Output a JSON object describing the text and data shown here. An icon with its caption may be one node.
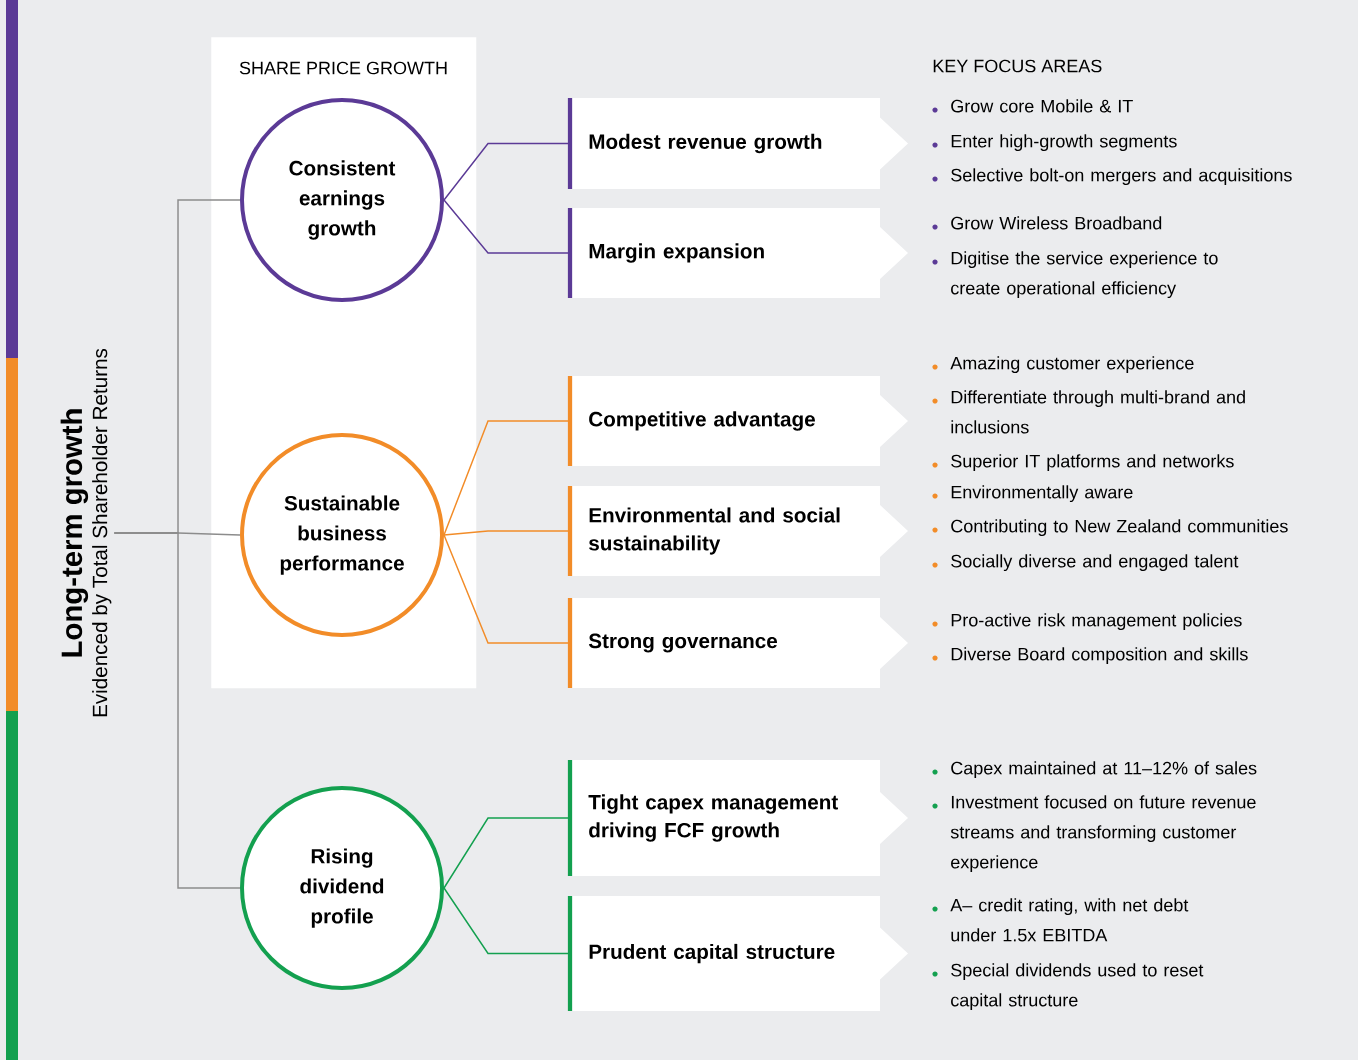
{
  "diagram": {
    "nodes": [
      {
        "text": [
          "Long-term growth",
          "Evidenced by Total Shareholder Returns"
        ]
      },
      {
        "text": [
          "SHARE PRICE GROWTH"
        ]
      },
      {
        "text": [
          "Consistent earnings growth"
        ],
        "in": 1
      },
      {
        "text": [
          "Sustainable business performance"
        ],
        "in": 1
      },
      {
        "text": [
          "Rising dividend profile"
        ]
      },
      {
        "text": [
          "Modest revenue growth"
        ],
        "beside": [
          "Grow core Mobile & IT",
          "Enter high-growth segments",
          "Selective bolt-on mergers and acquisitions"
        ]
      },
      {
        "text": [
          "Margin expansion"
        ],
        "beside": [
          "Grow Wireless Broadband",
          "Digitise the service experience to create operational efficiency"
        ]
      },
      {
        "text": [
          "Competitive advantage"
        ],
        "beside": [
          "Amazing customer experience",
          "Differentiate through multi-brand and inclusions",
          "Superior IT platforms and networks"
        ]
      },
      {
        "text": [
          "Environmental and social sustainability"
        ],
        "beside": [
          "Environmentally aware",
          "Contributing to New Zealand communities",
          "Socially diverse and engaged talent"
        ]
      },
      {
        "text": [
          "Strong governance"
        ],
        "beside": [
          "Pro-active risk management policies",
          "Diverse Board composition and skills"
        ]
      },
      {
        "text": [
          "Tight capex management driving FCF growth"
        ],
        "beside": [
          "Capex maintained at 11–12% of sales",
          "Investment focused on future revenue streams and transforming customer experience"
        ]
      },
      {
        "text": [
          "Prudent capital structure"
        ],
        "beside": [
          "A– credit rating, with net debt under 1.5x EBITDA",
          "Special dividends used to reset capital structure"
        ]
      }
    ],
    "edges": [
      {
        "from": 0,
        "to": 2,
        "arrow": "none",
        "color": "#8c8c8c"
      },
      {
        "from": 0,
        "to": 3,
        "arrow": "none",
        "color": "#8c8c8c"
      },
      {
        "from": 0,
        "to": 4,
        "arrow": "none",
        "color": "#8c8c8c"
      },
      {
        "from": 2,
        "to": 5,
        "arrow": "none",
        "color": "#5b3a96"
      },
      {
        "from": 2,
        "to": 6,
        "arrow": "none",
        "color": "#5b3a96"
      },
      {
        "from": 3,
        "to": 7,
        "arrow": "none",
        "color": "#f28c28"
      },
      {
        "from": 3,
        "to": 8,
        "arrow": "none",
        "color": "#f28c28"
      },
      {
        "from": 3,
        "to": 9,
        "arrow": "none",
        "color": "#f28c28"
      },
      {
        "from": 4,
        "to": 10,
        "arrow": "none",
        "color": "#13a04f"
      },
      {
        "from": 4,
        "to": 11,
        "arrow": "none",
        "color": "#13a04f"
      }
    ],
    "labels": [
      "KEY FOCUS AREAS"
    ]
  }
}
